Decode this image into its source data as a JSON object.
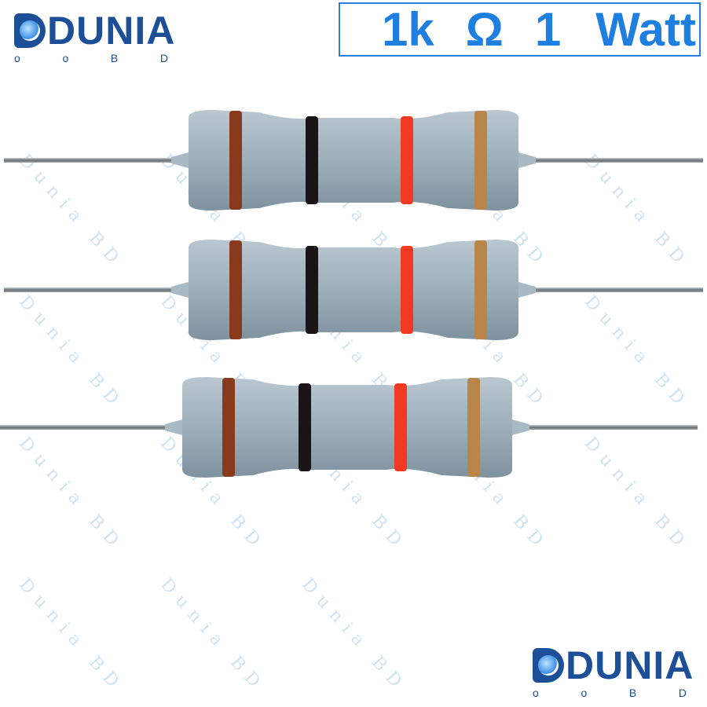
{
  "watermark": "Dunia BD",
  "logo_top": {
    "name": "DUNIA",
    "sub": [
      "o",
      "o",
      "B",
      "D"
    ]
  },
  "logo_bottom": {
    "name": "DUNIA",
    "sub": [
      "o",
      "o",
      "B",
      "D"
    ]
  },
  "title": {
    "value": "1k",
    "unit": "Ω",
    "power": "1",
    "power_unit": "Watt"
  },
  "colors": {
    "brand": "#1c4f97",
    "accent": "#1f7fe0",
    "body": "#9fb0bb",
    "bands": [
      "#8a3a1c",
      "#1a1416",
      "#f03a24",
      "#b8864a"
    ]
  },
  "product": {
    "count": 3,
    "band_names": [
      "brown",
      "black",
      "red",
      "gold"
    ]
  }
}
